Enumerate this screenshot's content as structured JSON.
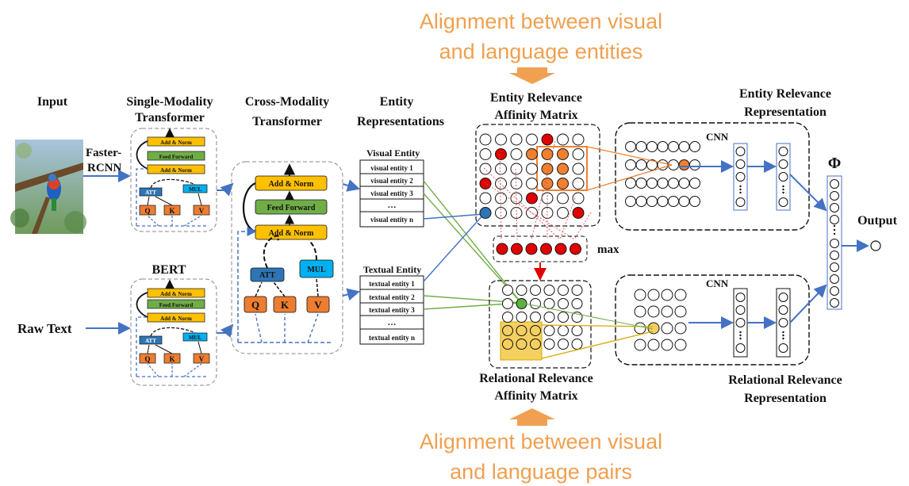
{
  "colors": {
    "blue": "#4472c4",
    "orange_text": "#f0a050",
    "box_yellow": "#ffc000",
    "box_green": "#70ad47",
    "box_blue": "#2e75b6",
    "box_cyan": "#00b0f0",
    "box_orange": "#ed7d31",
    "red": "#e00000",
    "orange_cell": "#f08030",
    "green_cell": "#5cb040",
    "yellow_cell": "#f5d060"
  },
  "top_caption": {
    "line1": "Alignment between visual",
    "line2": "and language entities"
  },
  "bottom_caption": {
    "line1": "Alignment between visual",
    "line2": "and language pairs"
  },
  "input": {
    "title": "Input",
    "image_name": "bird-photo",
    "detector_line1": "Faster-",
    "detector_line2": "RCNN"
  },
  "raw_text": "Raw Text",
  "single_modality": {
    "title_line1": "Single-Modality",
    "title_line2": "Transformer",
    "bert_title": "BERT",
    "add_norm": "Add & Norm",
    "feed_forward": "Feed Forward",
    "att": "ATT",
    "mul": "MUL",
    "q": "Q",
    "k": "K",
    "v": "V"
  },
  "cross_modality": {
    "title_line1": "Cross-Modality",
    "title_line2": "Transformer",
    "add_norm": "Add & Norm",
    "feed_forward": "Feed Forward",
    "att": "ATT",
    "mul": "MUL",
    "q": "Q",
    "k": "K",
    "v": "V"
  },
  "entity_repr": {
    "title_line1": "Entity",
    "title_line2": "Representations",
    "visual_header": "Visual Entity",
    "visual_items": [
      "visual entity 1",
      "visual entity 2",
      "visual entity 3",
      "…",
      "visual entity n"
    ],
    "textual_header": "Textual Entity",
    "textual_items": [
      "textual entity 1",
      "textual entity 2",
      "textual entity 3",
      "…",
      "textual entity n"
    ]
  },
  "entity_matrix": {
    "title_line1": "Entity Relevance",
    "title_line2": "Affinity Matrix"
  },
  "max_label": "max",
  "relational_matrix": {
    "title_line1": "Relational Relevance",
    "title_line2": "Affinity Matrix"
  },
  "entity_repr_out": {
    "title_line1": "Entity Relevance",
    "title_line2": "Representation",
    "cnn": "CNN"
  },
  "relational_repr_out": {
    "title_line1": "Relational Relevance",
    "title_line2": "Representation",
    "cnn": "CNN"
  },
  "phi": "Φ",
  "output": "Output"
}
